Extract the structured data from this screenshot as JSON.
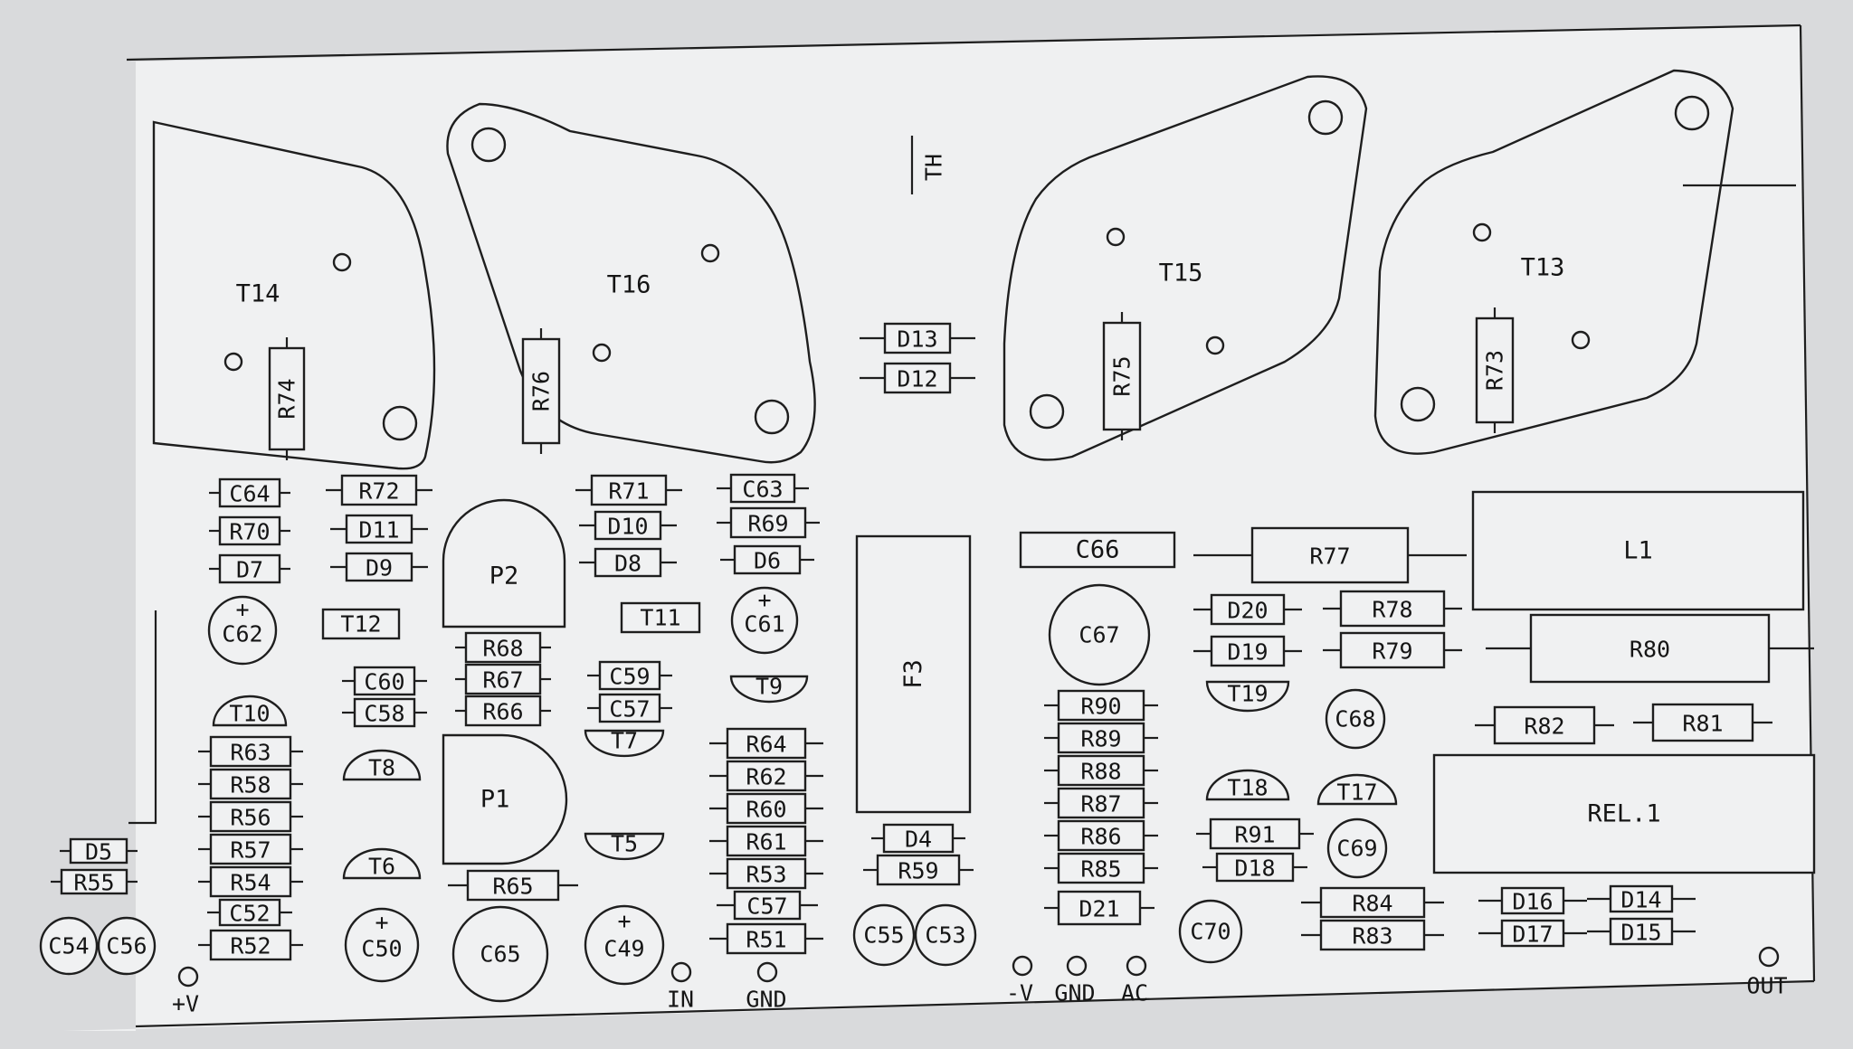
{
  "colors": {
    "board": "#eff0f1",
    "ink": "#1a1a1a",
    "background": "#d9dadc"
  },
  "transistors": [
    {
      "label": "T14"
    },
    {
      "label": "T16"
    },
    {
      "label": "T15"
    },
    {
      "label": "T13"
    }
  ],
  "components": {
    "R74": "R74",
    "R76": "R76",
    "R75": "R75",
    "R73": "R73",
    "TH": "TH",
    "D13": "D13",
    "D12": "D12",
    "C64": "C64",
    "R70": "R70",
    "D7": "D7",
    "R72": "R72",
    "D11": "D11",
    "D9": "D9",
    "P2": "P2",
    "R71": "R71",
    "D10": "D10",
    "D8": "D8",
    "C63": "C63",
    "R69": "R69",
    "D6": "D6",
    "C62": "C62",
    "T12": "T12",
    "T11": "T11",
    "C61": "C61",
    "R68": "R68",
    "R67": "R67",
    "R66": "R66",
    "C60": "C60",
    "C58": "C58",
    "C59": "C59",
    "C57a": "C57",
    "T9": "T9",
    "T10": "T10",
    "R63": "R63",
    "R58": "R58",
    "R56": "R56",
    "R57": "R57",
    "R54": "R54",
    "C52": "C52",
    "R52": "R52",
    "D5": "D5",
    "R55": "R55",
    "C54": "C54",
    "C56": "C56",
    "T8": "T8",
    "T6": "T6",
    "C50": "C50",
    "P1": "P1",
    "R65": "R65",
    "C65": "C65",
    "T7": "T7",
    "T5": "T5",
    "C49": "C49",
    "R64": "R64",
    "R62": "R62",
    "R60": "R60",
    "R61": "R61",
    "R53": "R53",
    "C57b": "C57",
    "R51": "R51",
    "F3": "F3",
    "D4": "D4",
    "R59": "R59",
    "C55": "C55",
    "C53": "C53",
    "C66": "C66",
    "C67": "C67",
    "R90": "R90",
    "R89": "R89",
    "R88": "R88",
    "R87": "R87",
    "R86": "R86",
    "R85": "R85",
    "D21": "D21",
    "R77": "R77",
    "D20": "D20",
    "D19": "D19",
    "T19": "T19",
    "T18": "T18",
    "R91": "R91",
    "D18": "D18",
    "R78": "R78",
    "R79": "R79",
    "C68": "C68",
    "T17": "T17",
    "C69": "C69",
    "C70": "C70",
    "R84": "R84",
    "R83": "R83",
    "L1": "L1",
    "R80": "R80",
    "R82": "R82",
    "R81": "R81",
    "REL1": "REL.1",
    "D16": "D16",
    "D14": "D14",
    "D17": "D17",
    "D15": "D15"
  },
  "terminals": {
    "plus_v": "+V",
    "in": "IN",
    "gnd1": "GND",
    "minus_v": "-V",
    "gnd2": "GND",
    "ac": "AC",
    "out": "OUT"
  }
}
